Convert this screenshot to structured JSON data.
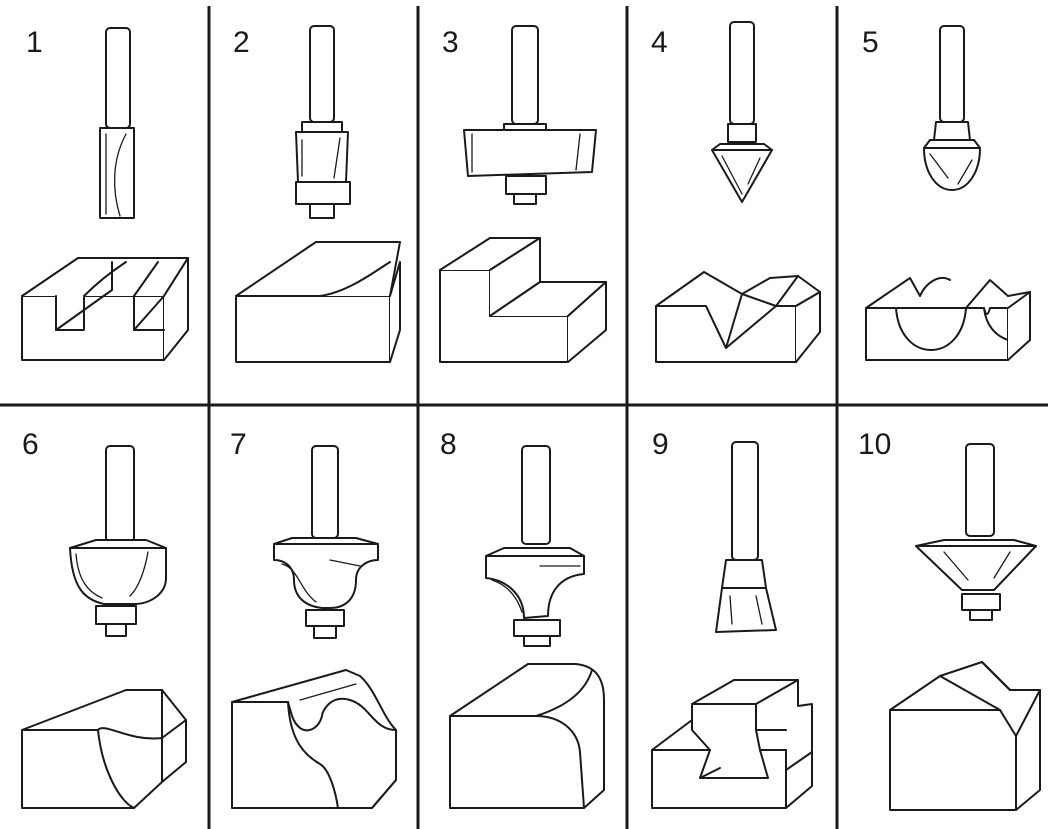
{
  "cells": [
    {
      "number": "1"
    },
    {
      "number": "2"
    },
    {
      "number": "3"
    },
    {
      "number": "4"
    },
    {
      "number": "5"
    },
    {
      "number": "6"
    },
    {
      "number": "7"
    },
    {
      "number": "8"
    },
    {
      "number": "9"
    },
    {
      "number": "10"
    }
  ],
  "colors": {
    "line": "#1a1a1a",
    "background": "#ffffff"
  }
}
